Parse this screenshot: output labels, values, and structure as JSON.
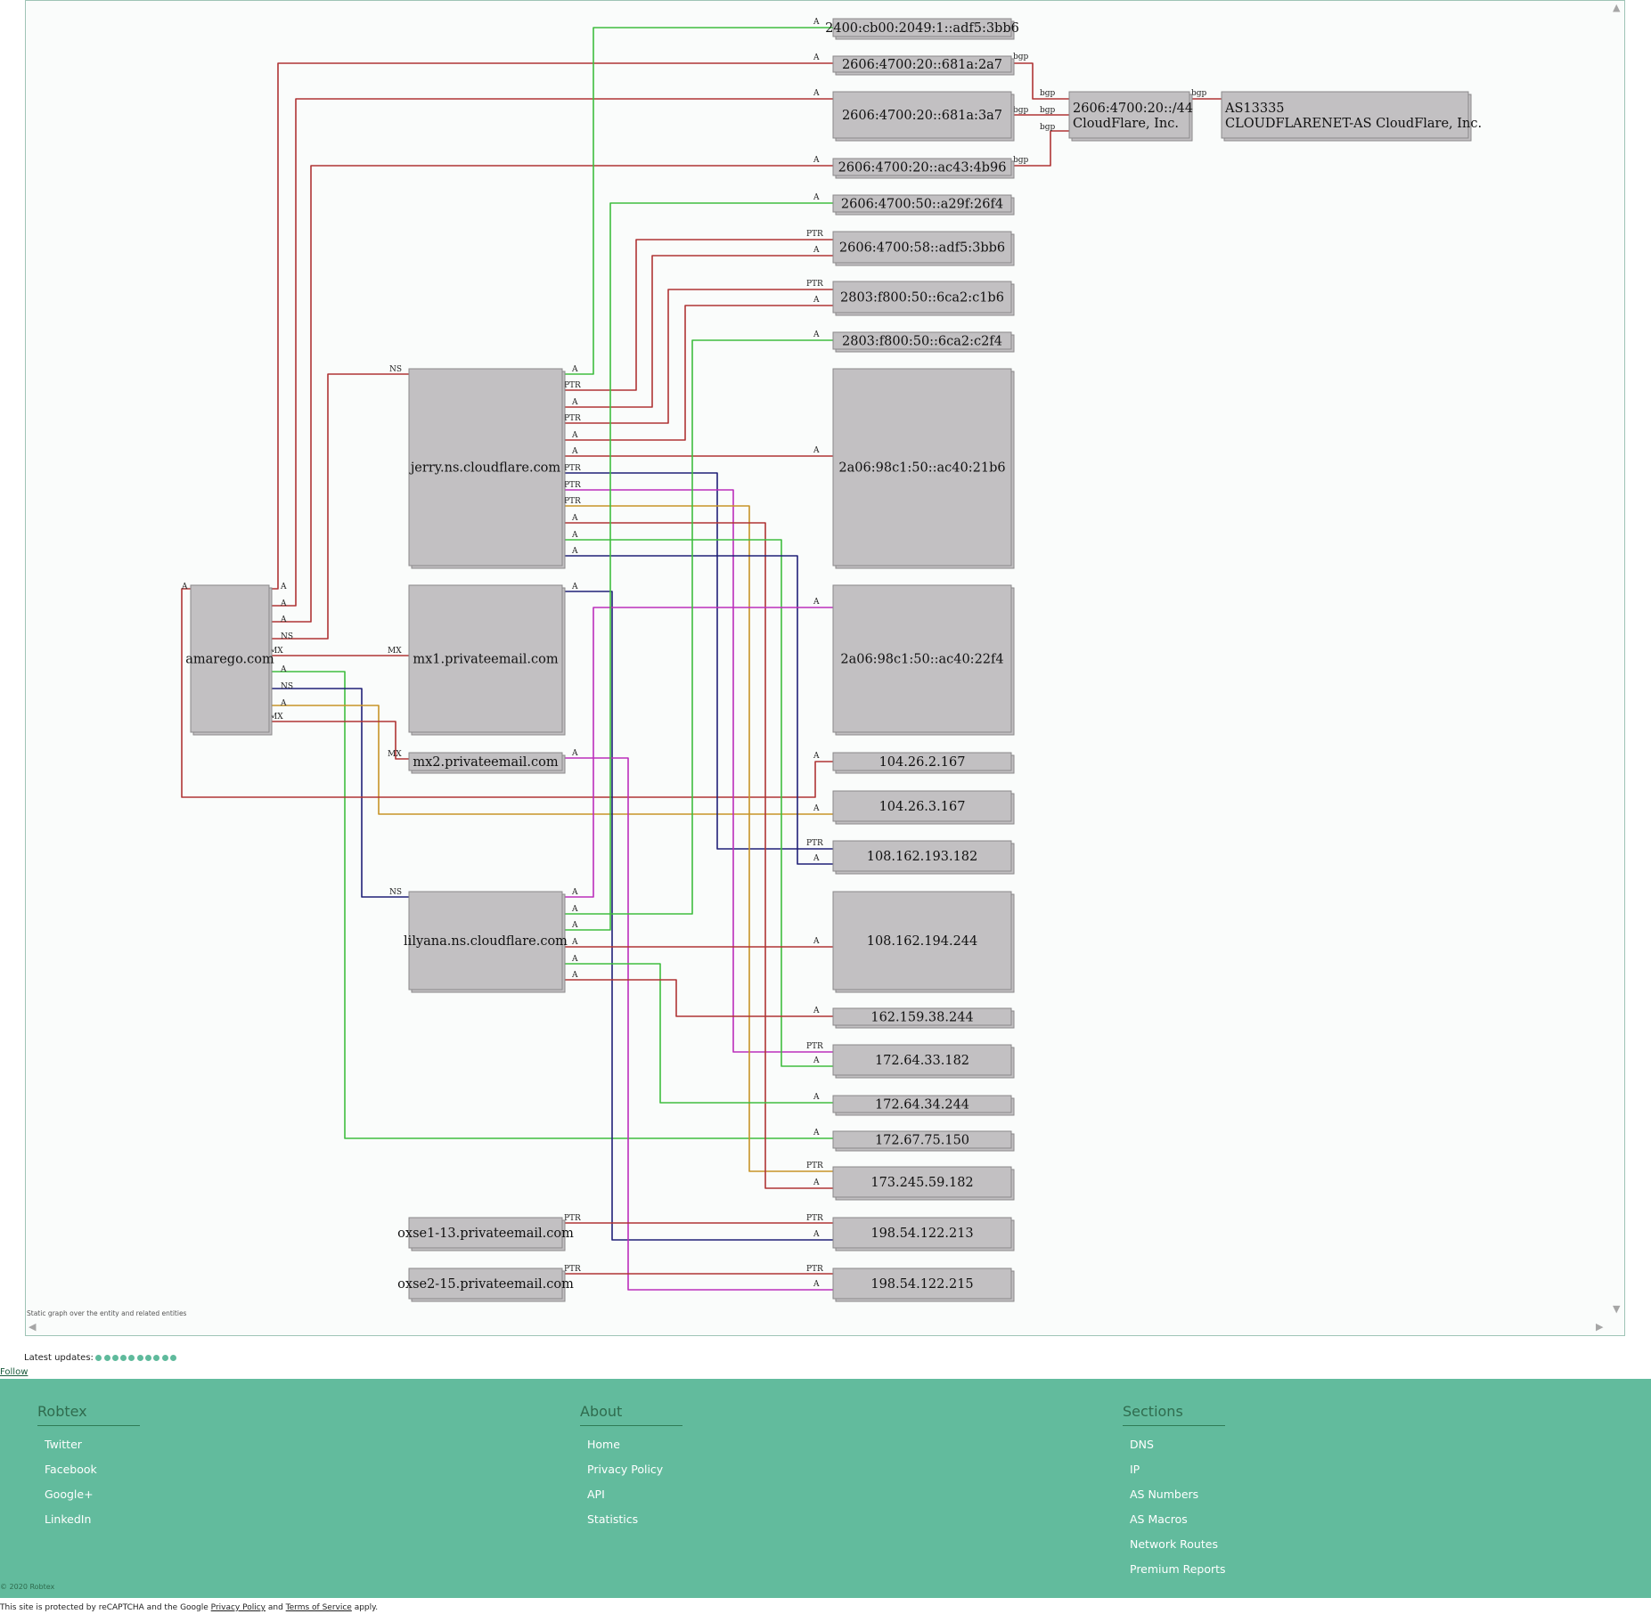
{
  "graph": {
    "caption": "Static graph over the entity and related entities",
    "nodes": [
      {
        "id": "v6_1",
        "label": "2400:cb00:2049:1::adf5:3bb6"
      },
      {
        "id": "v6_2",
        "label": "2606:4700:20::681a:2a7"
      },
      {
        "id": "v6_3",
        "label": "2606:4700:20::681a:3a7"
      },
      {
        "id": "v6_4",
        "label": "2606:4700:20::ac43:4b96"
      },
      {
        "id": "v6_5",
        "label": "2606:4700:50::a29f:26f4"
      },
      {
        "id": "v6_6",
        "label": "2606:4700:58::adf5:3bb6"
      },
      {
        "id": "v6_7",
        "label": "2803:f800:50::6ca2:c1b6"
      },
      {
        "id": "v6_8",
        "label": "2803:f800:50::6ca2:c2f4"
      },
      {
        "id": "v6_9",
        "label": "2a06:98c1:50::ac40:21b6"
      },
      {
        "id": "v6_10",
        "label": "2a06:98c1:50::ac40:22f4"
      },
      {
        "id": "ip1",
        "label": "104.26.2.167"
      },
      {
        "id": "ip2",
        "label": "104.26.3.167"
      },
      {
        "id": "ip3",
        "label": "108.162.193.182"
      },
      {
        "id": "ip4",
        "label": "108.162.194.244"
      },
      {
        "id": "ip5",
        "label": "162.159.38.244"
      },
      {
        "id": "ip6",
        "label": "172.64.33.182"
      },
      {
        "id": "ip7",
        "label": "172.64.34.244"
      },
      {
        "id": "ip8",
        "label": "172.67.75.150"
      },
      {
        "id": "ip9",
        "label": "173.245.59.182"
      },
      {
        "id": "ip10",
        "label": "198.54.122.213"
      },
      {
        "id": "ip11",
        "label": "198.54.122.215"
      },
      {
        "id": "jerry",
        "label": "jerry.ns.cloudflare.com"
      },
      {
        "id": "mx1",
        "label": "mx1.privateemail.com"
      },
      {
        "id": "mx2",
        "label": "mx2.privateemail.com"
      },
      {
        "id": "lilyana",
        "label": "lilyana.ns.cloudflare.com"
      },
      {
        "id": "oxse1",
        "label": "oxse1-13.privateemail.com"
      },
      {
        "id": "oxse2",
        "label": "oxse2-15.privateemail.com"
      },
      {
        "id": "amarego",
        "label": "amarego.com"
      },
      {
        "id": "route",
        "label": "2606:4700:20::/44\nCloudFlare, Inc."
      },
      {
        "id": "asn",
        "label": "AS13335\nCLOUDFLARENET-AS CloudFlare, Inc."
      }
    ],
    "edge_labels": {
      "a": "A",
      "ptr": "PTR",
      "ns": "NS",
      "mx": "MX",
      "bgp": "bgp"
    },
    "colors": {
      "red": "#b03434",
      "green": "#3fbd3f",
      "navy": "#202078",
      "orange": "#c79428",
      "magenta": "#bb2ebb"
    }
  },
  "updates": {
    "label": "Latest updates:",
    "count": 10
  },
  "follow": "Follow",
  "footer": {
    "cols": [
      {
        "title": "Robtex",
        "items": [
          "Twitter",
          "Facebook",
          "Google+",
          "LinkedIn"
        ]
      },
      {
        "title": "About",
        "items": [
          "Home",
          "Privacy Policy",
          "API",
          "Statistics"
        ]
      },
      {
        "title": "Sections",
        "items": [
          "DNS",
          "IP",
          "AS Numbers",
          "AS Macros",
          "Network Routes",
          "Premium Reports"
        ]
      }
    ],
    "copyright": "© 2020 Robtex",
    "recaptcha": {
      "pre": "This site is protected by reCAPTCHA and the Google ",
      "privacy": "Privacy Policy",
      "mid": " and ",
      "terms": "Terms of Service",
      "post": " apply."
    }
  }
}
